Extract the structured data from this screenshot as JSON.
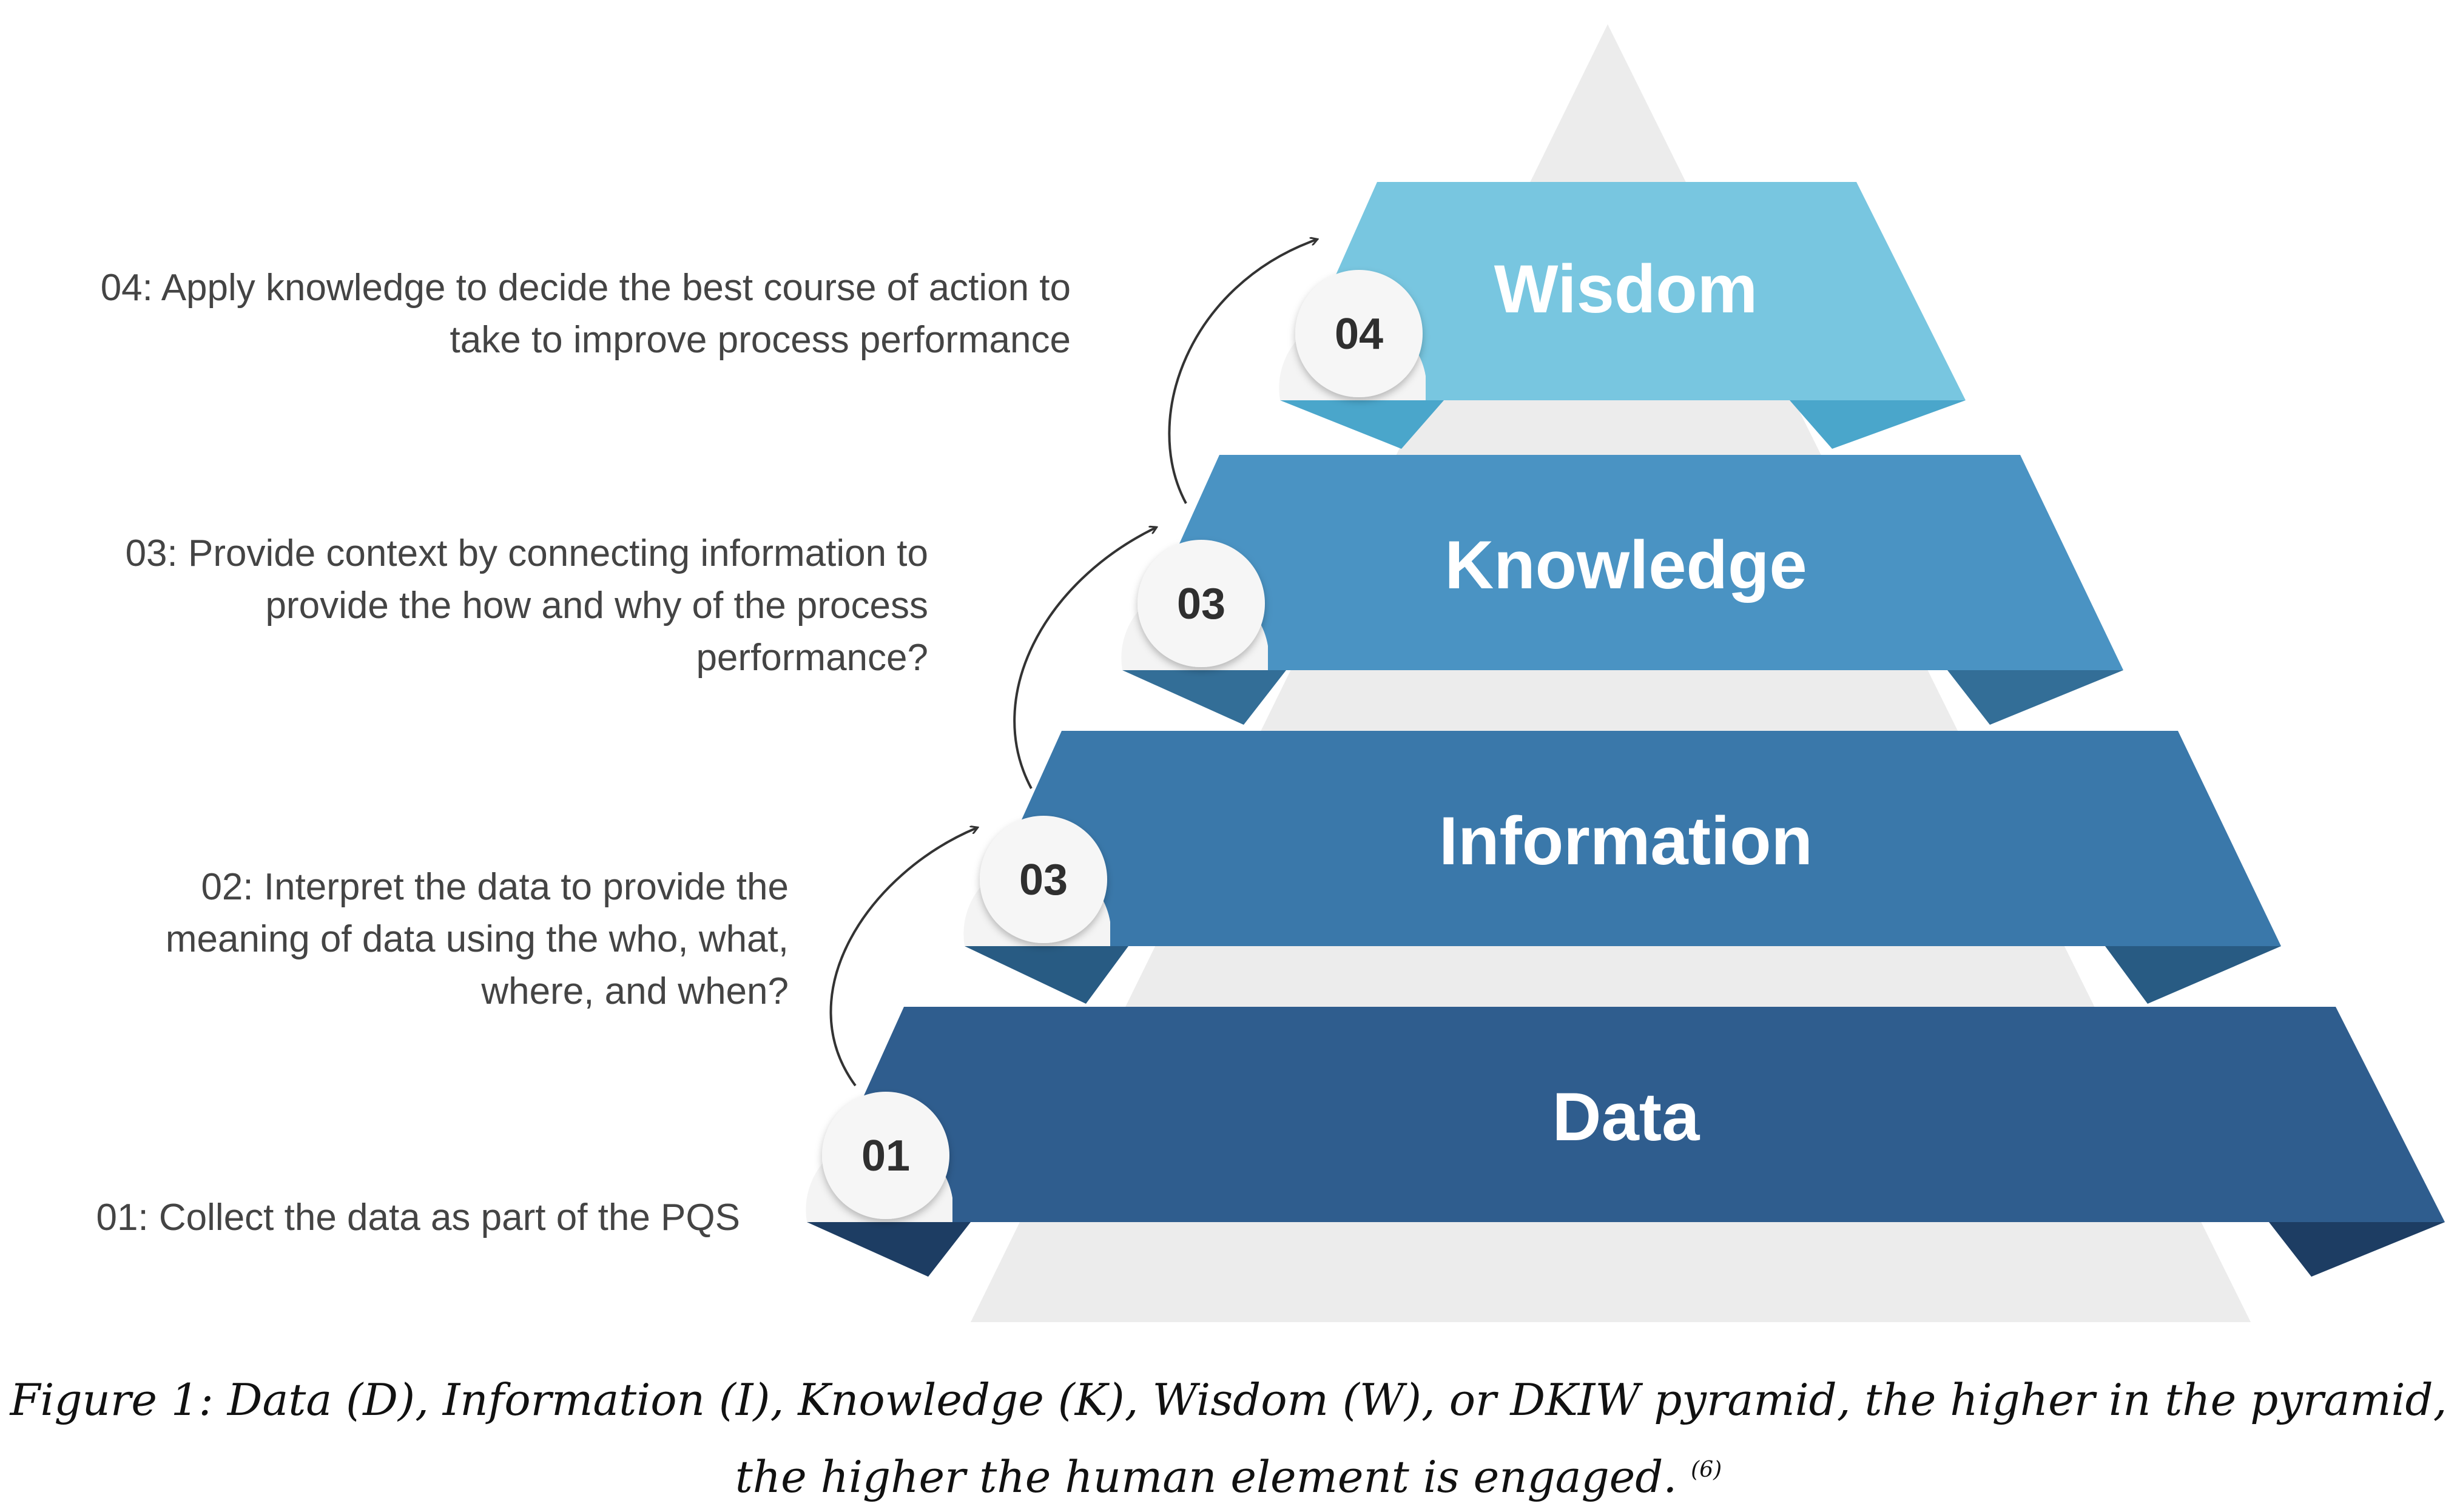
{
  "pyramid": {
    "tiers": [
      {
        "label": "Data",
        "badge": "01",
        "description": "01: Collect the data as part of the PQS",
        "color": "#2f5d8e",
        "dark": "#1d3d63"
      },
      {
        "label": "Information",
        "badge": "03",
        "description": "02: Interpret the data to provide the\nmeaning of data using the who, what,\nwhere, and when?",
        "color": "#3a78aa",
        "dark": "#285b83"
      },
      {
        "label": "Knowledge",
        "badge": "03",
        "description": "03: Provide context by connecting information to\nprovide the how and why of the process\nperformance?",
        "color": "#4a93c3",
        "dark": "#336e97"
      },
      {
        "label": "Wisdom",
        "badge": "04",
        "description": "04: Apply knowledge to decide the best course of action to\ntake to improve process performance",
        "color": "#78c6e0",
        "dark": "#4aa6cb"
      }
    ],
    "background_color": "#ececec"
  },
  "caption": {
    "text": "Figure 1: Data (D), Information (I), Knowledge (K), Wisdom (W), or DKIW pyramid, the higher in the pyramid, the higher the human element is engaged.",
    "reference": "(6)"
  }
}
